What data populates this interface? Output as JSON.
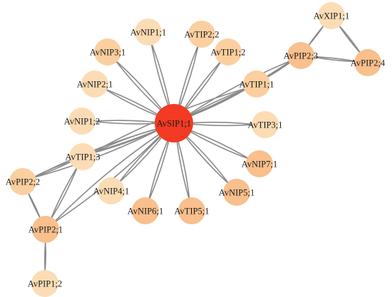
{
  "colors": {
    "hub": "#f23a24",
    "strong": "#f9bf8c",
    "medium": "#fbcf9f",
    "light": "#fcdcb4",
    "edge": "#8a8a8a",
    "label": "#1a1a1a"
  },
  "nodes": [
    {
      "id": "AvSIP1;1",
      "label": "AvSIP1;1",
      "tone": "hub"
    },
    {
      "id": "AvNIP1;1",
      "label": "AvNIP1;1",
      "tone": "light"
    },
    {
      "id": "AvTIP2;2",
      "label": "AvTIP2;2",
      "tone": "medium"
    },
    {
      "id": "AvNIP3;1",
      "label": "AvNIP3;1",
      "tone": "medium"
    },
    {
      "id": "AvTIP1;2",
      "label": "AvTIP1;2",
      "tone": "medium"
    },
    {
      "id": "AvNIP2;1",
      "label": "AvNIP2;1",
      "tone": "light"
    },
    {
      "id": "AvTIP1;1",
      "label": "AvTIP1;1",
      "tone": "medium"
    },
    {
      "id": "AvNIP1;2",
      "label": "AvNIP1;2",
      "tone": "light"
    },
    {
      "id": "AvTIP3;1",
      "label": "AvTIP3;1",
      "tone": "light"
    },
    {
      "id": "AvTIP1;3",
      "label": "AvTIP1;3",
      "tone": "light"
    },
    {
      "id": "AvNIP7;1",
      "label": "AvNIP7;1",
      "tone": "strong"
    },
    {
      "id": "AvPIP2;2",
      "label": "AvPIP2;2",
      "tone": "medium"
    },
    {
      "id": "AvNIP4;1",
      "label": "AvNIP4;1",
      "tone": "light"
    },
    {
      "id": "AvNIP5;1",
      "label": "AvNIP5;1",
      "tone": "strong"
    },
    {
      "id": "AvNIP6;1",
      "label": "AvNIP6;1",
      "tone": "strong"
    },
    {
      "id": "AvTIP5;1",
      "label": "AvTIP5;1",
      "tone": "strong"
    },
    {
      "id": "AvPIP2;1",
      "label": "AvPIP2;1",
      "tone": "strong"
    },
    {
      "id": "AvPIP1;2",
      "label": "AvPIP1;2",
      "tone": "light"
    },
    {
      "id": "AvXIP1;1",
      "label": "AvXIP1;1",
      "tone": "light"
    },
    {
      "id": "AvPIP2;3",
      "label": "AvPIP2;3",
      "tone": "strong"
    },
    {
      "id": "AvPIP2;4",
      "label": "AvPIP2;4",
      "tone": "strong"
    }
  ],
  "edges": [
    [
      "AvSIP1;1",
      "AvNIP1;1"
    ],
    [
      "AvSIP1;1",
      "AvTIP2;2"
    ],
    [
      "AvSIP1;1",
      "AvNIP3;1"
    ],
    [
      "AvSIP1;1",
      "AvTIP1;2"
    ],
    [
      "AvSIP1;1",
      "AvNIP2;1"
    ],
    [
      "AvSIP1;1",
      "AvTIP1;1"
    ],
    [
      "AvSIP1;1",
      "AvNIP1;2"
    ],
    [
      "AvSIP1;1",
      "AvTIP3;1"
    ],
    [
      "AvSIP1;1",
      "AvTIP1;3"
    ],
    [
      "AvSIP1;1",
      "AvNIP7;1"
    ],
    [
      "AvSIP1;1",
      "AvNIP4;1"
    ],
    [
      "AvSIP1;1",
      "AvNIP5;1"
    ],
    [
      "AvSIP1;1",
      "AvNIP6;1"
    ],
    [
      "AvSIP1;1",
      "AvTIP5;1"
    ],
    [
      "AvSIP1;1",
      "AvPIP2;3"
    ],
    [
      "AvSIP1;1",
      "AvPIP2;2"
    ],
    [
      "AvSIP1;1",
      "AvPIP2;1"
    ],
    [
      "AvTIP1;1",
      "AvPIP2;3"
    ],
    [
      "AvTIP1;1",
      "AvTIP1;3"
    ],
    [
      "AvTIP1;3",
      "AvPIP2;2"
    ],
    [
      "AvTIP1;3",
      "AvPIP2;1"
    ],
    [
      "AvPIP2;2",
      "AvPIP2;1"
    ],
    [
      "AvPIP2;1",
      "AvPIP1;2"
    ],
    [
      "AvPIP2;3",
      "AvXIP1;1"
    ],
    [
      "AvPIP2;3",
      "AvPIP2;4"
    ],
    [
      "AvXIP1;1",
      "AvPIP2;4"
    ]
  ]
}
